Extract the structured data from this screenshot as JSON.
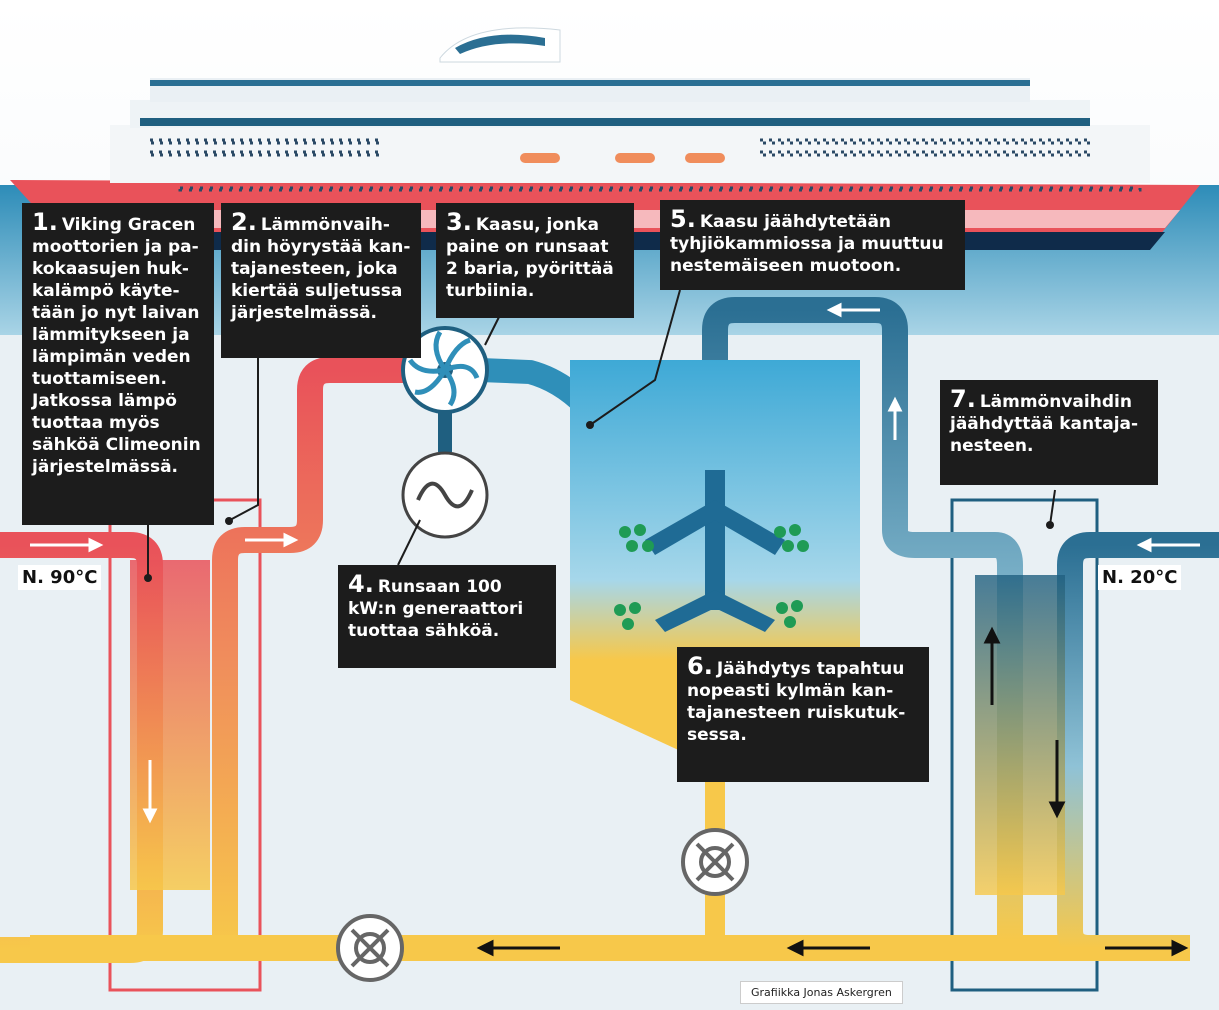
{
  "callouts": [
    {
      "num": "1.",
      "text": "Viking Gracen\nmoottorien ja pa-\nkokaasujen huk-\nkalämpö käyte-\ntään jo nyt laivan\nlämmitykseen ja\nlämpimän veden\ntuottamiseen.\nJatkossa lämpö\ntuottaa myös\nsähköä Climeonin\njärjestelmässä."
    },
    {
      "num": "2.",
      "text": "Lämmönvaih-\ndin höyrystää kan-\ntajanesteen, joka\nkiertää suljetussa\njärjestelmässä."
    },
    {
      "num": "3.",
      "text": "Kaasu, jonka\npaine on runsaat\n2 baria, pyörittää\nturbiinia."
    },
    {
      "num": "4.",
      "text": "Runsaan 100\nkW:n generaattori\ntuottaa sähköä."
    },
    {
      "num": "5.",
      "text": "Kaasu jäähdytetään\ntyhjiökammiossa ja muuttuu\nnestemäiseen muotoon."
    },
    {
      "num": "6.",
      "text": "Jäähdytys tapahtuu\nnopeasti kylmän kan-\ntajanesteen ruiskutuk-\nsessa."
    },
    {
      "num": "7.",
      "text": "Lämmönvaihdin\njäähdyttää kantaja-\nnesteen."
    }
  ],
  "temps": {
    "hot": "N. 90°C",
    "cold": "N. 20°C"
  },
  "credit": "Grafiikka Jonas Askergren",
  "colors": {
    "hot": "#e9525a",
    "warm": "#f6a15a",
    "cool": "#f7c84a",
    "cold": "#2b6f93",
    "sea": "#2f8fb9",
    "box": "#1c1c1c"
  }
}
